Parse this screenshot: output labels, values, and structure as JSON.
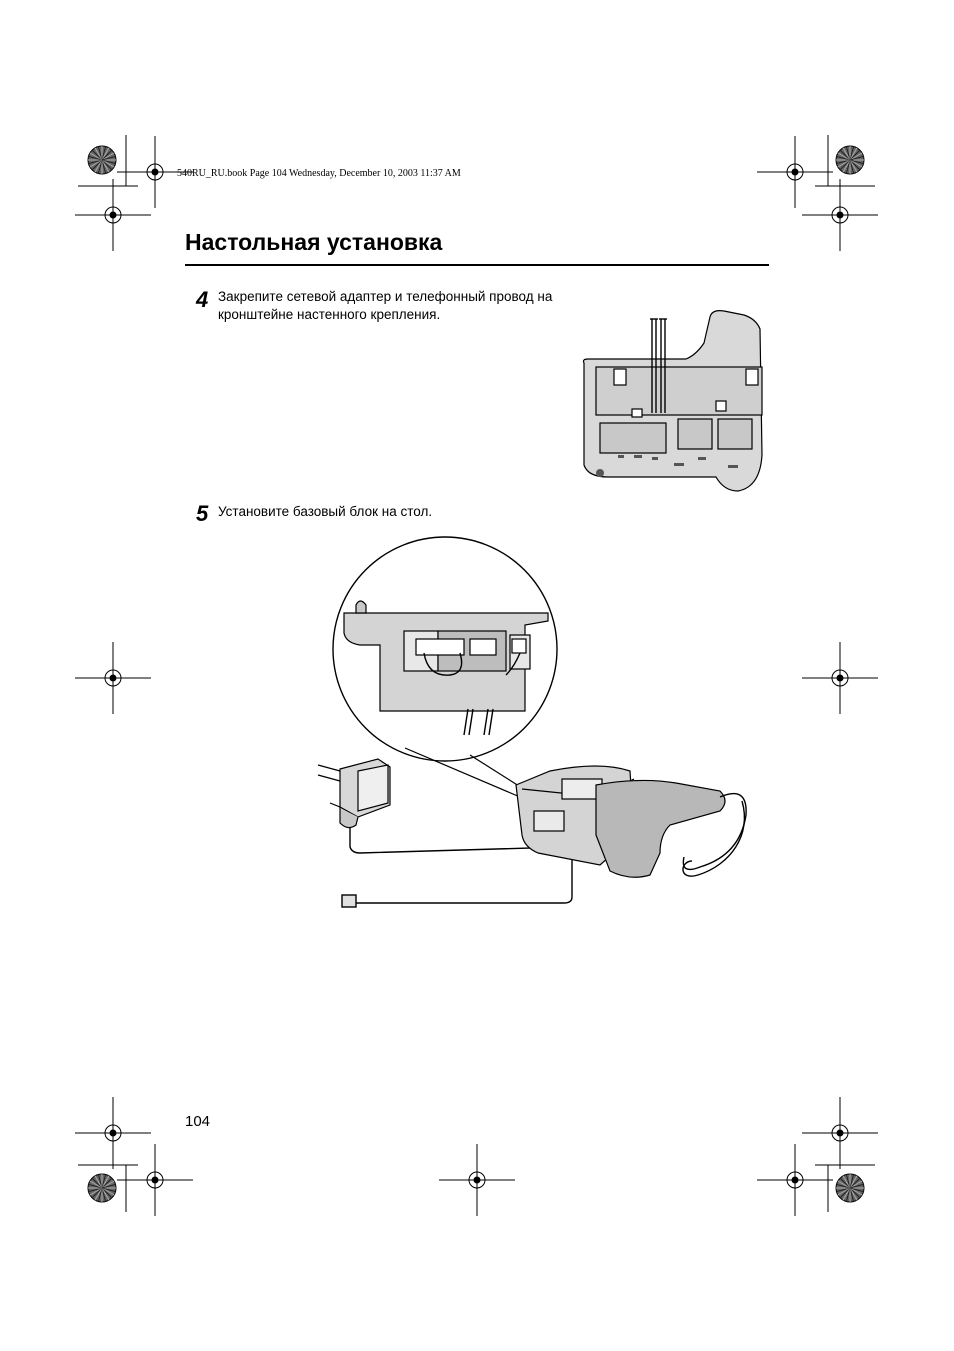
{
  "book_header": "540RU_RU.book  Page 104  Wednesday, December 10, 2003  11:37 AM",
  "title": "Настольная установка",
  "steps": [
    {
      "number": "4",
      "text": "Закрепите сетевой адаптер и телефонный провод на кронштейне настенного крепления."
    },
    {
      "number": "5",
      "text": "Установите базовый блок на стол."
    }
  ],
  "page_number": "104"
}
